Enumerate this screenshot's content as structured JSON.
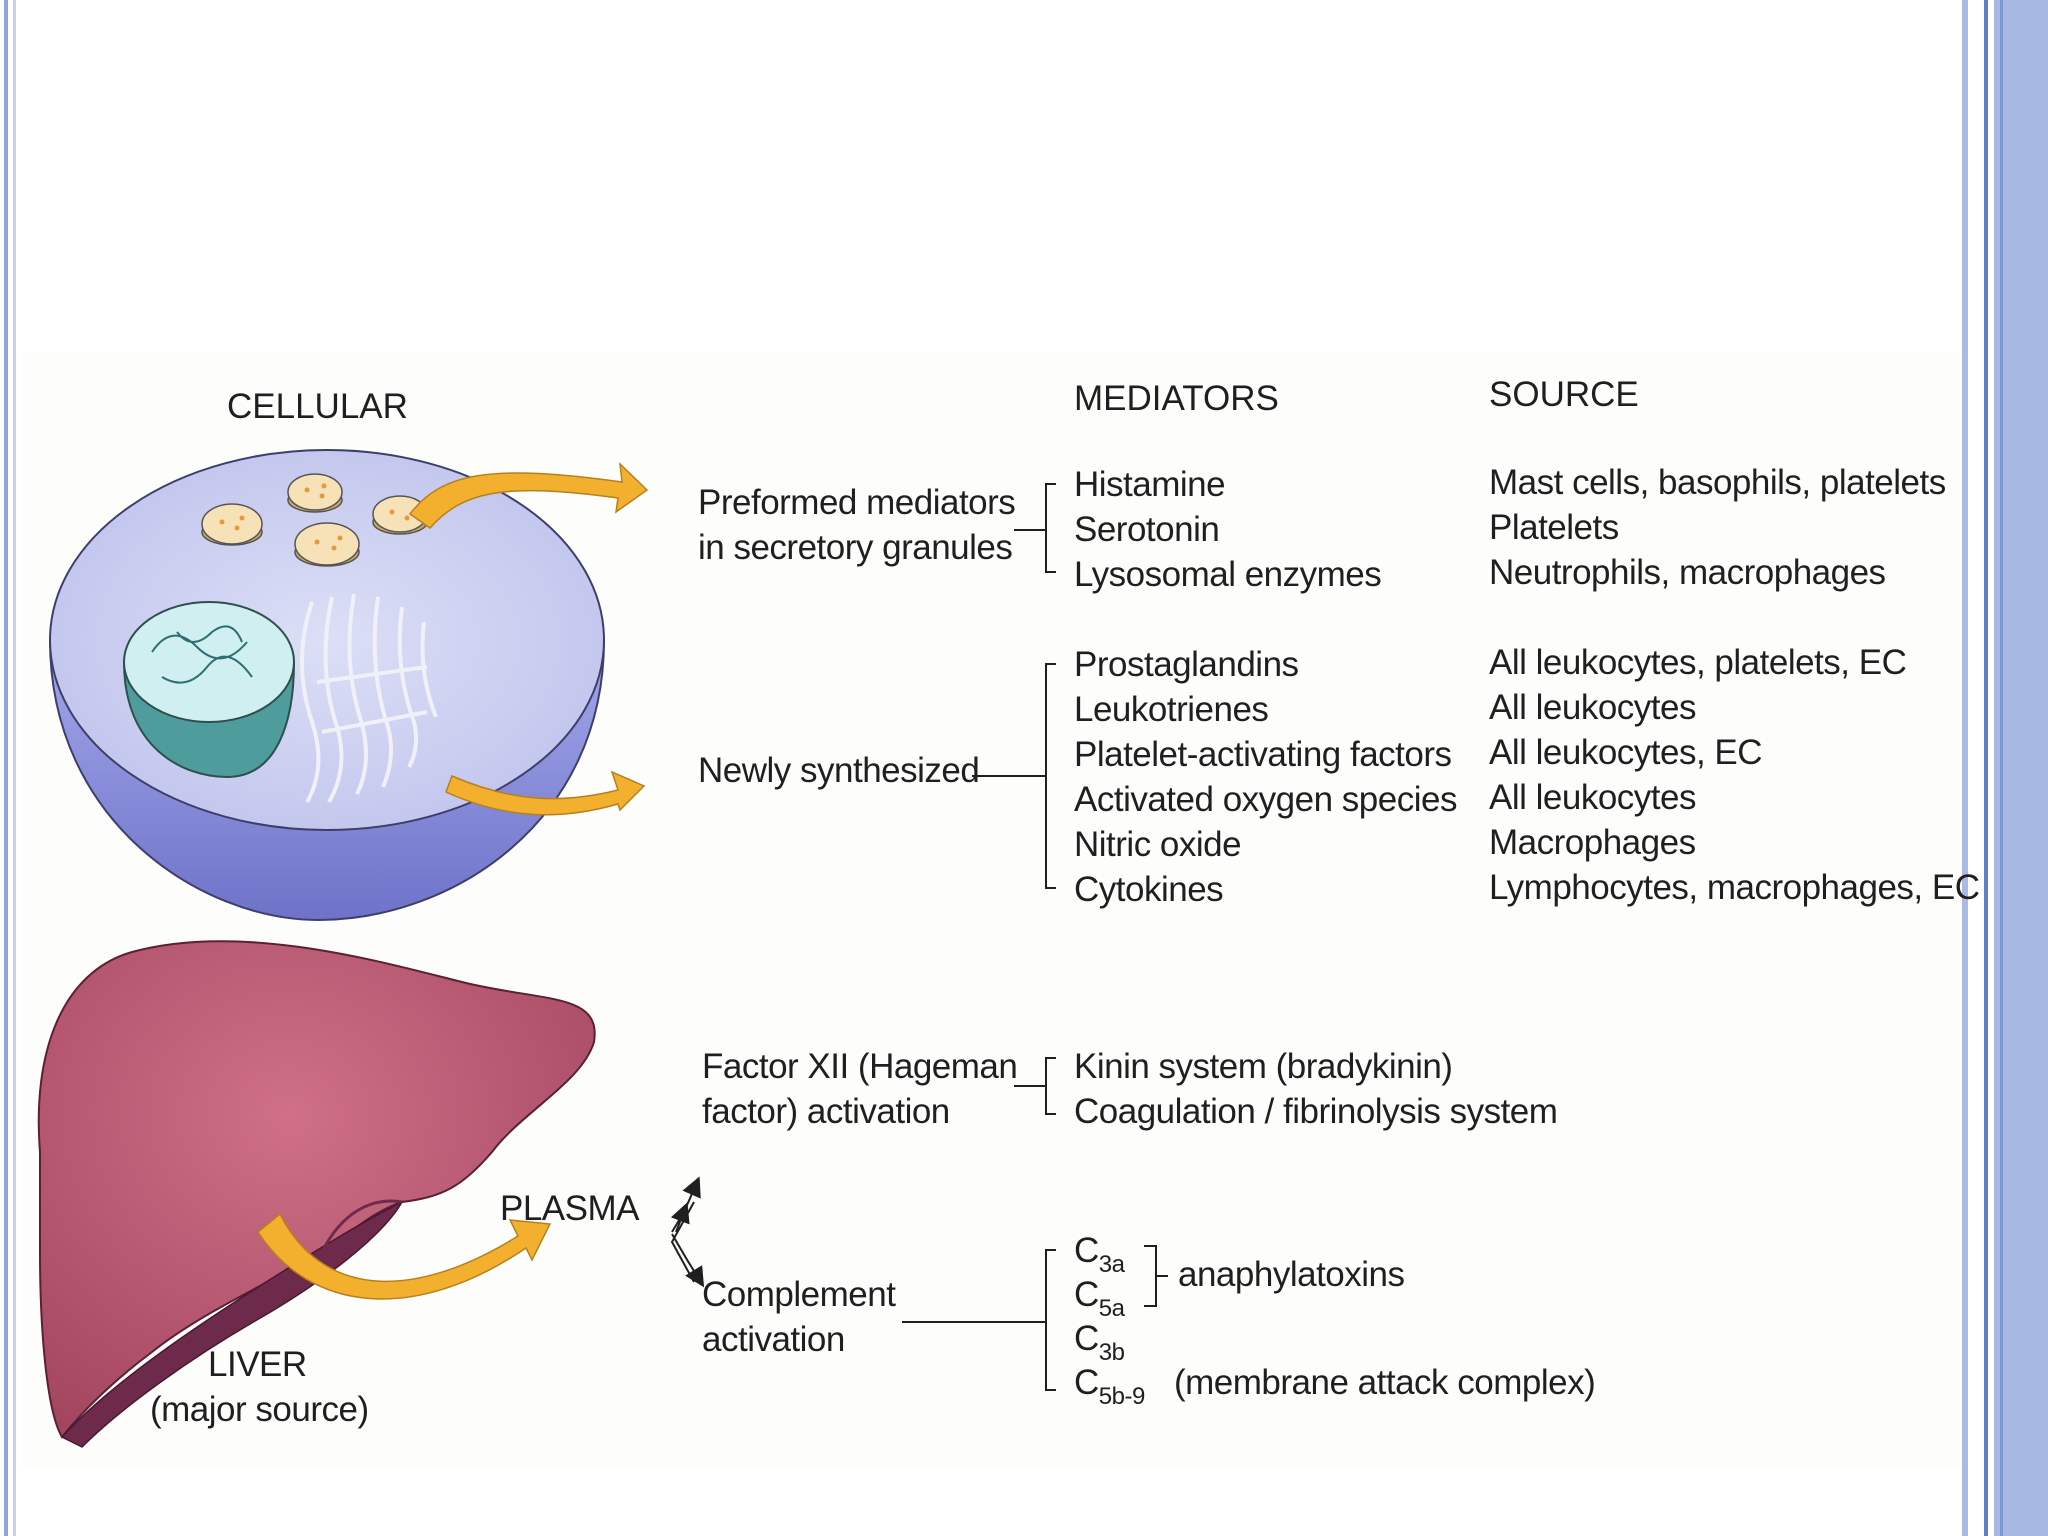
{
  "headers": {
    "cellular": "CELLULAR",
    "mediators": "MEDIATORS",
    "source": "SOURCE"
  },
  "cellular": {
    "preformed": {
      "label_line1": "Preformed mediators",
      "label_line2": "in secretory granules",
      "mediators": [
        "Histamine",
        "Serotonin",
        "Lysosomal enzymes"
      ],
      "sources": [
        "Mast cells, basophils, platelets",
        "Platelets",
        "Neutrophils, macrophages"
      ]
    },
    "synthesized": {
      "label": "Newly synthesized",
      "mediators": [
        "Prostaglandins",
        "Leukotrienes",
        "Platelet-activating factors",
        "Activated oxygen species",
        "Nitric oxide",
        "Cytokines"
      ],
      "sources": [
        "All leukocytes, platelets, EC",
        "All leukocytes",
        "All leukocytes, EC",
        "All leukocytes",
        "Macrophages",
        "Lymphocytes, macrophages, EC"
      ]
    }
  },
  "plasma": {
    "label": "PLASMA",
    "liver_label": "LIVER",
    "liver_sub": "(major source)",
    "factor": {
      "label_line1": "Factor XII (Hageman",
      "label_line2": "factor) activation",
      "mediators": [
        "Kinin system (bradykinin)",
        "Coagulation / fibrinolysis system"
      ]
    },
    "complement": {
      "label_line1": "Complement",
      "label_line2": "activation",
      "items": [
        {
          "base": "C",
          "sub": "3a"
        },
        {
          "base": "C",
          "sub": "5a"
        },
        {
          "base": "C",
          "sub": "3b"
        },
        {
          "base": "C",
          "sub": "5b-9"
        }
      ],
      "anaphylatoxins": "anaphylatoxins",
      "mac": "(membrane attack complex)"
    }
  },
  "colors": {
    "arrow": "#f2b02e",
    "liver": "#b8566e",
    "cell": "#9a9fe0",
    "nucleus": "#5aa5a5",
    "granule": "#f4deb0",
    "frame": "#8fa6d8"
  }
}
